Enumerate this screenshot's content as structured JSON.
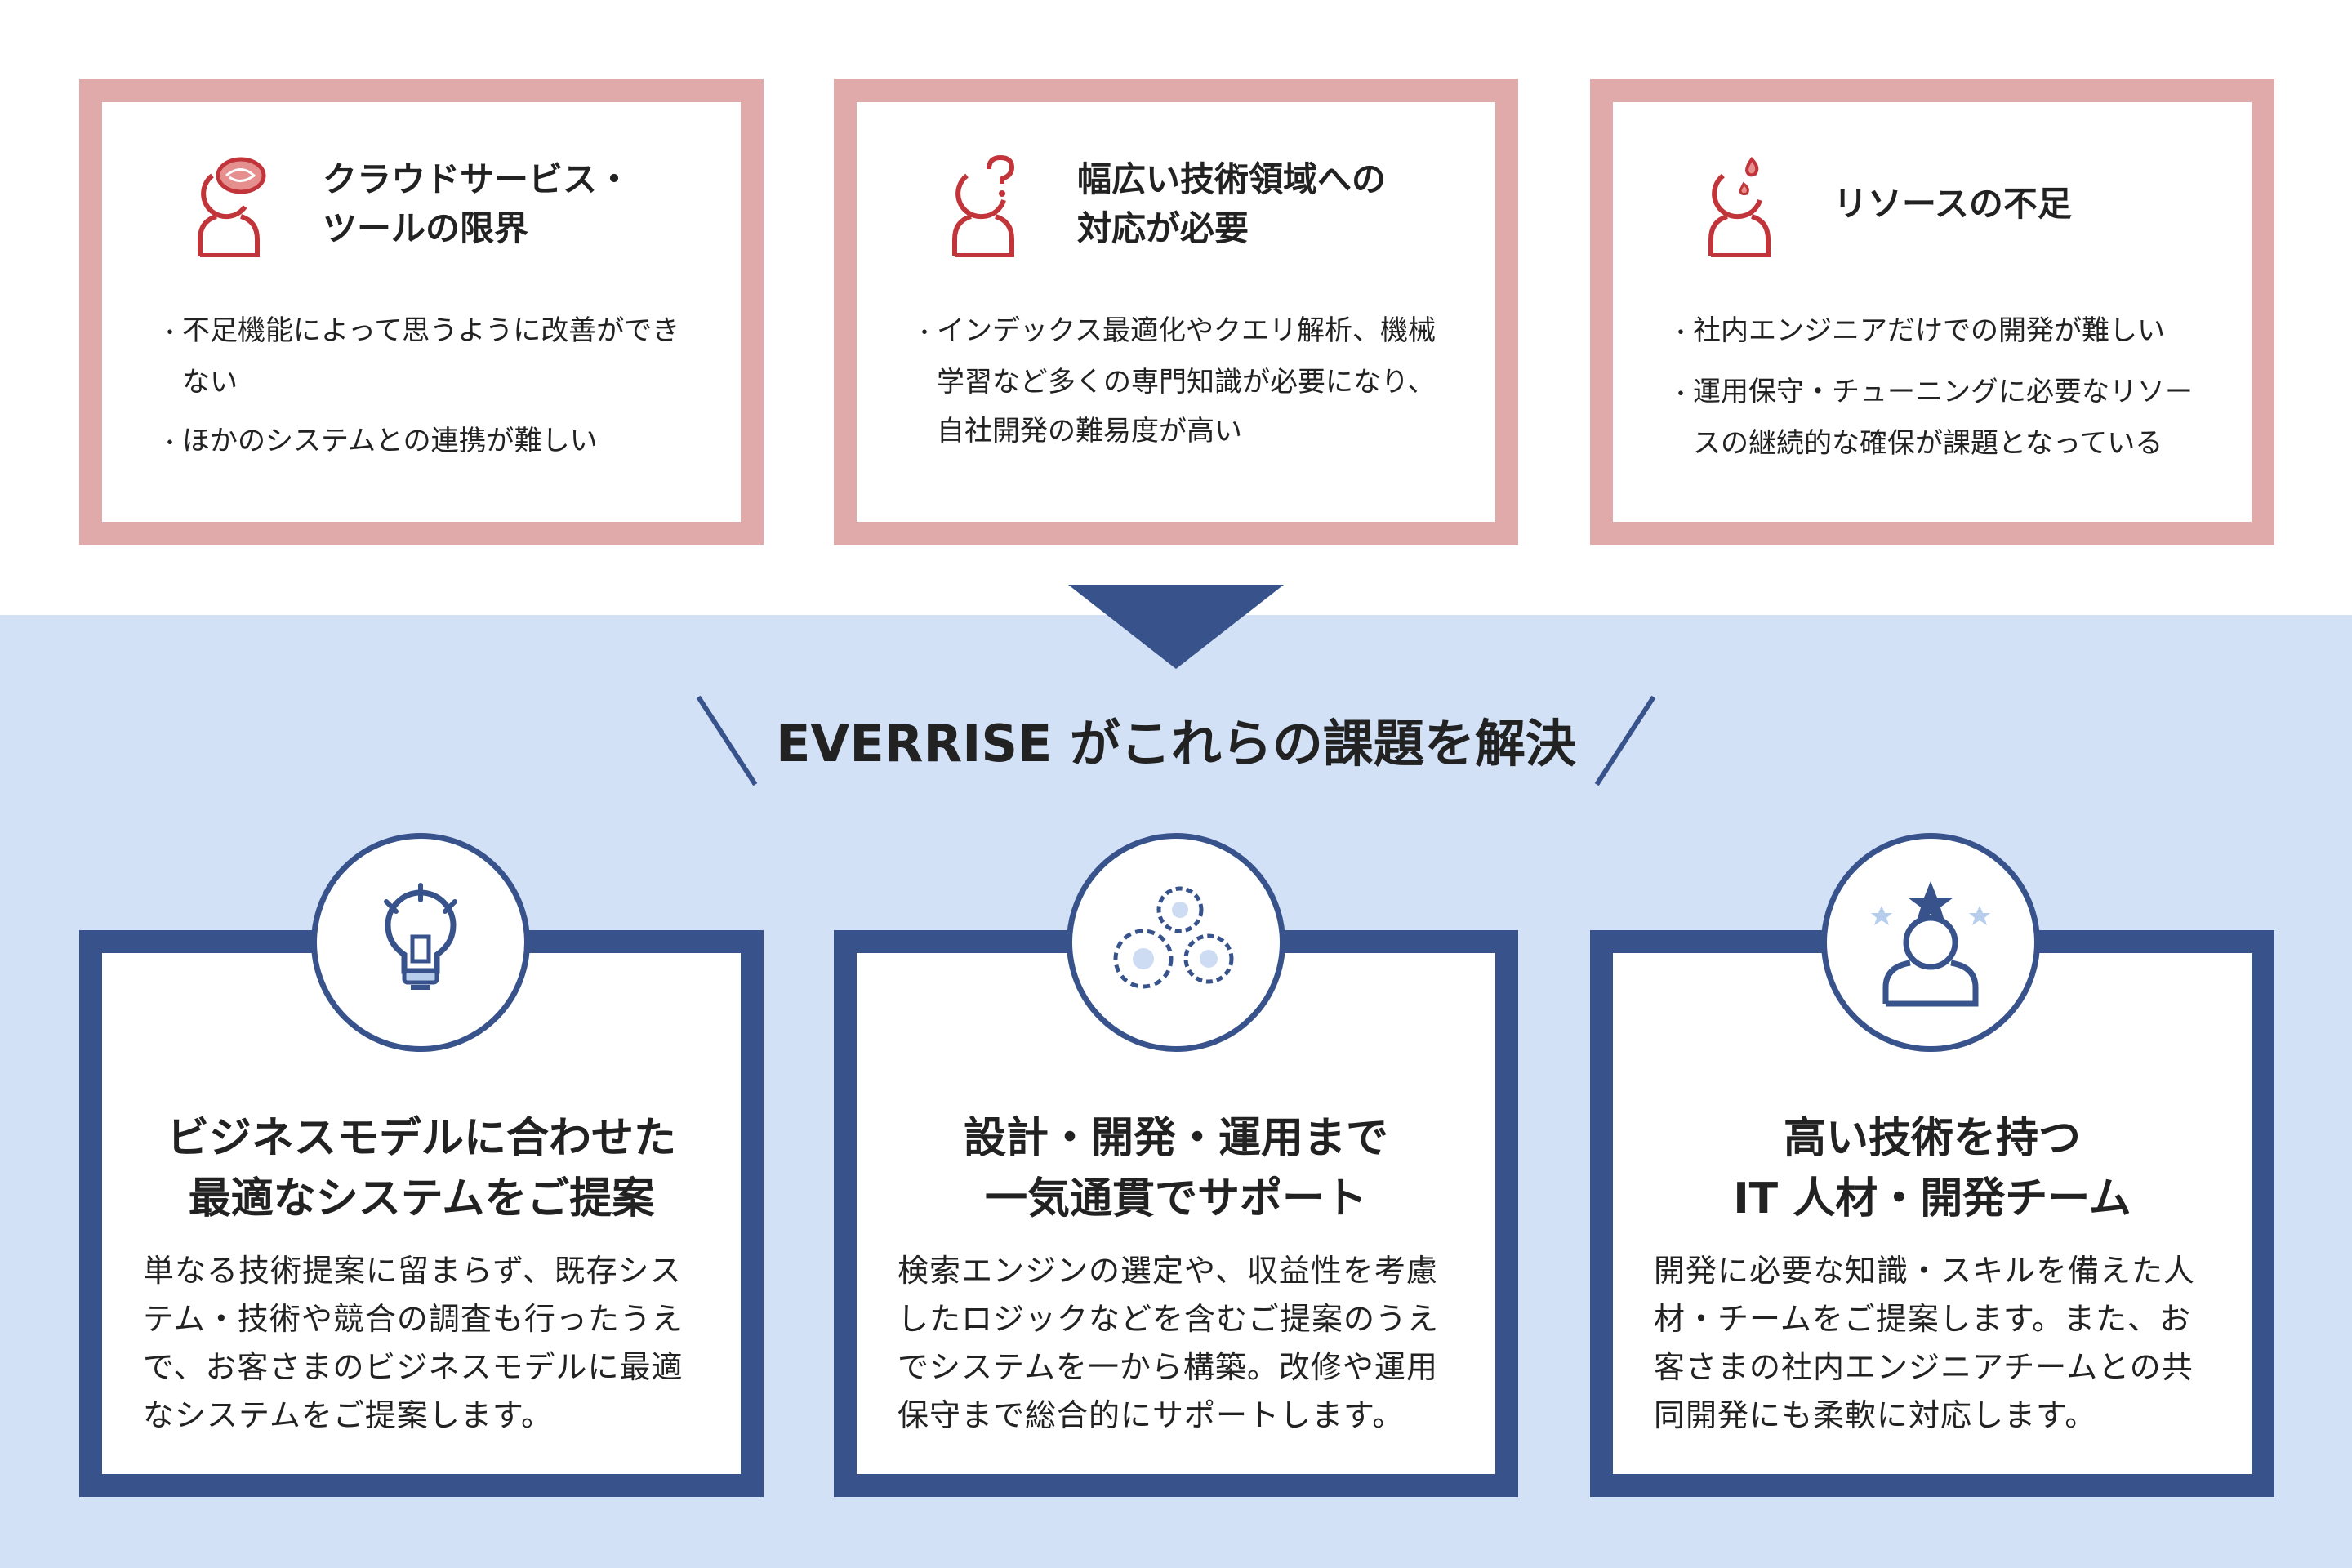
{
  "problems": [
    {
      "title": "クラウドサービス・\nツールの限界",
      "icon": "confused-person-icon",
      "bullets": [
        "不足機能によって思うように改善ができない",
        "ほかのシステムとの連携が難しい"
      ]
    },
    {
      "title": "幅広い技術領域への\n対応が必要",
      "icon": "question-person-icon",
      "bullets": [
        "インデックス最適化やクエリ解析、機械学習など多くの専門知識が必要になり、自社開発の難易度が高い"
      ]
    },
    {
      "title": "リソースの不足",
      "icon": "sweat-person-icon",
      "bullets": [
        "社内エンジニアだけでの開発が難しい",
        "運用保守・チューニングに必要なリソースの継続的な確保が課題となっている"
      ]
    }
  ],
  "heading": "EVERRISE がこれらの課題を解決",
  "solutions": [
    {
      "title": "ビジネスモデルに合わせた\n最適なシステムをご提案",
      "icon": "lightbulb-icon",
      "body": "単なる技術提案に留まらず、既存システム・技術や競合の調査も行ったうえで、お客さまのビジネスモデルに最適なシステムをご提案します。"
    },
    {
      "title": "設計・開発・運用まで\n一気通貫でサポート",
      "icon": "gears-icon",
      "body": "検索エンジンの選定や、収益性を考慮したロジックなどを含むご提案のうえでシステムを一から構築。改修や運用保守まで総合的にサポートします。"
    },
    {
      "title": "高い技術を持つ\nIT 人材・開発チーム",
      "icon": "star-person-icon",
      "body": "開発に必要な知識・スキルを備えた人材・チームをご提案します。また、お客さまの社内エンジニアチームとの共同開発にも柔軟に対応します。"
    }
  ],
  "colors": {
    "problem_border": "#e0a9aa",
    "icon_red": "#c0343a",
    "accent": "#38538c",
    "bg_blue": "#d2e1f6"
  }
}
